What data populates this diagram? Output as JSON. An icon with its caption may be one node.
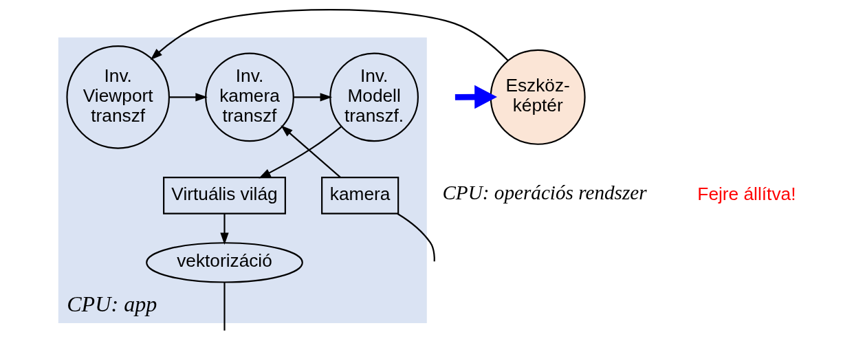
{
  "diagram": {
    "nodes": [
      {
        "text": [
          "CPU: app"
        ]
      },
      {
        "text": [
          "Eszköz- képtér"
        ]
      },
      {
        "text": [
          "Inv. Viewport transzf"
        ],
        "in": 0
      },
      {
        "text": [
          "Inv. kamera transzf"
        ],
        "in": 0
      },
      {
        "text": [
          "Inv. Modell transzf."
        ],
        "in": 0
      },
      {
        "text": [
          "kamera"
        ],
        "in": 0
      },
      {
        "text": [
          "Virtuális világ"
        ],
        "in": 0
      },
      {
        "text": [
          "vektorizáció"
        ],
        "in": 0
      }
    ],
    "edges": [
      {
        "from": null,
        "to": 1,
        "arrow": "to",
        "style": "thick",
        "color": "#0000ff"
      },
      {
        "from": 1,
        "to": 2,
        "arrow": "to"
      },
      {
        "from": 2,
        "to": 3,
        "arrow": "to"
      },
      {
        "from": 3,
        "to": 4,
        "arrow": "to"
      },
      {
        "from": 4,
        "to": 6,
        "arrow": "to"
      },
      {
        "from": 6,
        "to": 7,
        "arrow": "to"
      },
      {
        "from": 5,
        "to": 3,
        "arrow": "to"
      },
      {
        "from": 5,
        "to": null,
        "arrow": "none"
      },
      {
        "from": 7,
        "to": null,
        "arrow": "none"
      }
    ],
    "labels": [
      "CPU: operációs rendszer",
      "Fejre állítva!"
    ]
  }
}
